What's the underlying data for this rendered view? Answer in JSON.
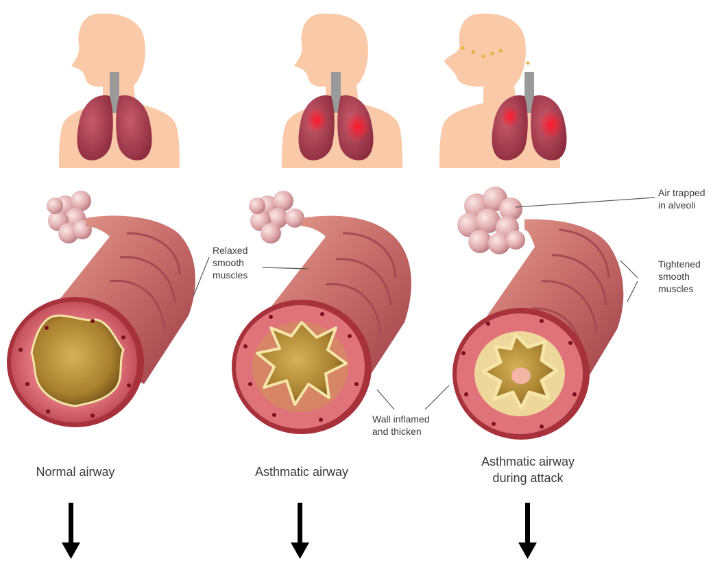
{
  "labels": {
    "relaxed_smooth_muscles": "Relaxed\nsmooth\nmuscles",
    "air_trapped_in_alveoli": "Air trapped\nin alveoli",
    "tightened_smooth_muscles": "Tightened\nsmooth\nmuscles",
    "wall_inflamed_and_thicken": "Wall inflamed\nand thicken"
  },
  "captions": {
    "normal_airway": "Normal airway",
    "asthmatic_airway": "Asthmatic airway",
    "asthmatic_airway_attack": "Asthmatic airway\nduring attack"
  },
  "colors": {
    "skin": "#f9c9a8",
    "lung": "#a8374a",
    "inflamed_lung": "#e0152b",
    "trachea": "#9a9a9a",
    "alveoli": "#e2aeb0",
    "airway_wall": "#b14a52",
    "airway_stripe": "#d98a7a",
    "airway_ring": "#a02a35",
    "lumen": "#c9a246",
    "mucus_lining": "#f5e6a8",
    "arrow": "#000000",
    "breath_dots": "#e6b234"
  },
  "icons": [
    "person-silhouette-icon",
    "lungs-icon",
    "alveoli-cluster-icon",
    "airway-tube-icon",
    "down-arrow-icon"
  ]
}
